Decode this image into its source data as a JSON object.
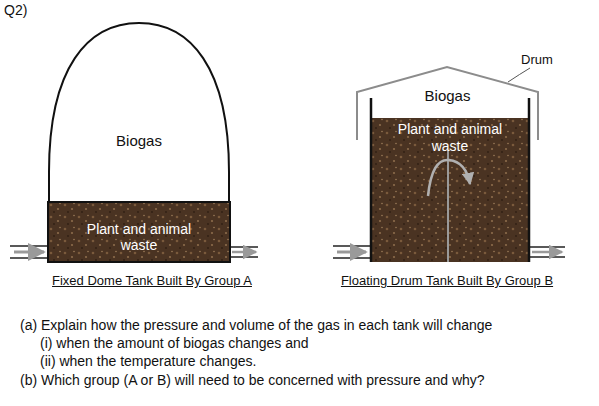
{
  "diagram": {
    "nodes": [
      {
        "text": [
          "Biogas"
        ]
      },
      {
        "text": [
          "Plant and animal waste"
        ],
        "in": 0
      },
      {
        "text": [
          "Biogas"
        ]
      },
      {
        "text": [
          "Plant and animal waste"
        ]
      }
    ],
    "labels": [
      "Q2)",
      "Drum",
      "Fixed Dome Tank Built By Group A",
      "Floating Drum Tank Built By Group B",
      "(a) Explain how the pressure and volume of the gas in each tank will change",
      "(i) when the amount of biogas changes and",
      "(ii) when the temperature changes.",
      "(b) Which group (A or B) will need to be concerned with pressure and why?"
    ]
  }
}
